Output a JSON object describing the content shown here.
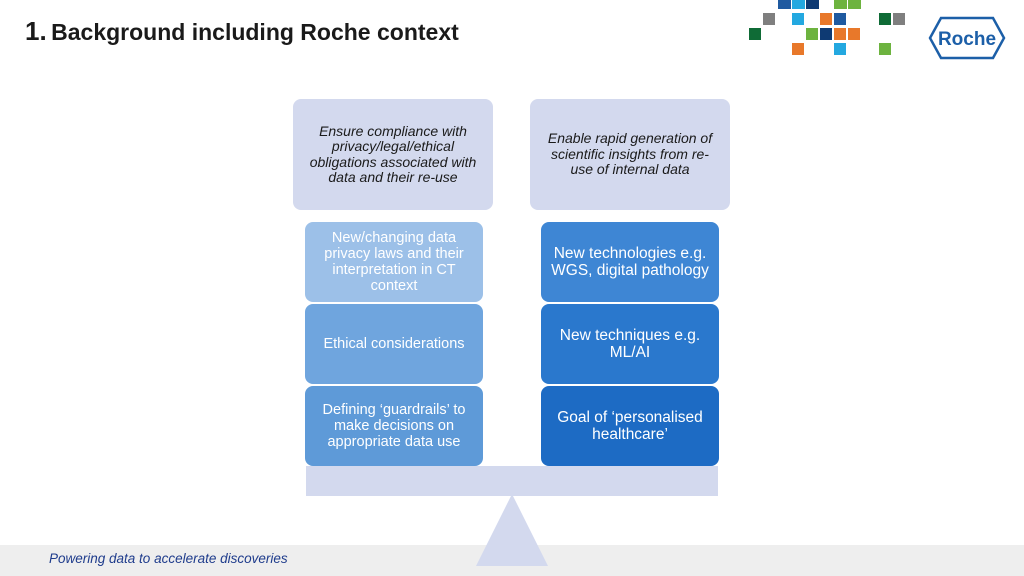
{
  "header": {
    "title_number": "1.",
    "title_text": "Background including Roche context",
    "logo_text": "Roche"
  },
  "diagram": {
    "left_top": "Ensure compliance with privacy/legal/ethical obligations associated with data and their re-use",
    "right_top": "Enable rapid generation of scientific insights from re-use of internal data",
    "left_stack": [
      "New/changing data privacy laws and their interpretation in CT context",
      "Ethical considerations",
      "Defining ‘guardrails’ to make decisions on appropriate data use"
    ],
    "right_stack": [
      "New technologies e.g. WGS, digital pathology",
      "New techniques e.g. ML/AI",
      "Goal of ‘personalised healthcare’"
    ]
  },
  "footer": {
    "text": "Powering data to accelerate discoveries"
  },
  "colors": {
    "left_stack": [
      "#9cc0e8",
      "#6fa5de",
      "#5e9ad8"
    ],
    "right_stack": [
      "#3e86d4",
      "#2a78cd",
      "#1d6bc4"
    ],
    "top_box": "#d3d9ee",
    "title_text": "#1a1a1a",
    "footer_text": "#1f3c8c",
    "logo_blue": "#1c5fa8"
  }
}
